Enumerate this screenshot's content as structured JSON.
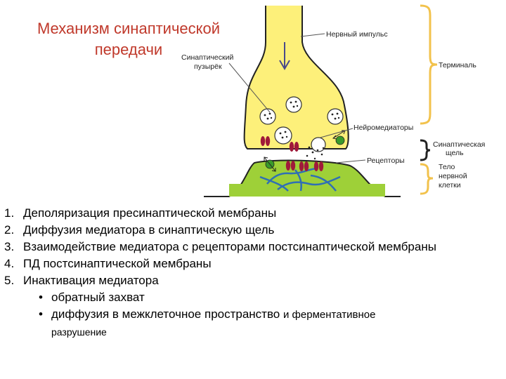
{
  "title": {
    "line1": "Механизм синаптической",
    "line2": "передачи"
  },
  "diagram": {
    "labels": {
      "impulse": "Нервный импульс",
      "vesicle_line1": "Синаптический",
      "vesicle_line2": "пузырёк",
      "terminal": "Терминаль",
      "neuromediators": "Нейромедиаторы",
      "cleft_line1": "Синаптическая",
      "cleft_line2": "щель",
      "receptors": "Рецепторы",
      "body_line1": "Тело",
      "body_line2": "нервной",
      "body_line3": "клетки"
    },
    "colors": {
      "terminal_fill": "#fdf07a",
      "body_fill": "#9ed038",
      "bracket": "#f2c24c",
      "receptor": "#a01a3a",
      "green_dot": "#3a9a2a",
      "fibers": "#2f6fb5",
      "title": "#c0392b"
    }
  },
  "steps": [
    {
      "num": "1.",
      "text": "Деполяризация пресинаптической мембраны"
    },
    {
      "num": "2.",
      "text": "Диффузия медиатора в синаптическую щель"
    },
    {
      "num": "3.",
      "text": "Взаимодействие медиатора с рецепторами постсинаптической мембраны"
    },
    {
      "num": "4.",
      "text": "ПД постсинаптической мембраны"
    },
    {
      "num": "5.",
      "text": "Инактивация медиатора"
    }
  ],
  "inactivation": [
    {
      "bullet": "•",
      "text": "обратный захват"
    },
    {
      "bullet": "•",
      "text_main": "диффузия в межклеточное пространство",
      "text_small": "и ферментативное",
      "text_tail": "разрушение"
    }
  ]
}
